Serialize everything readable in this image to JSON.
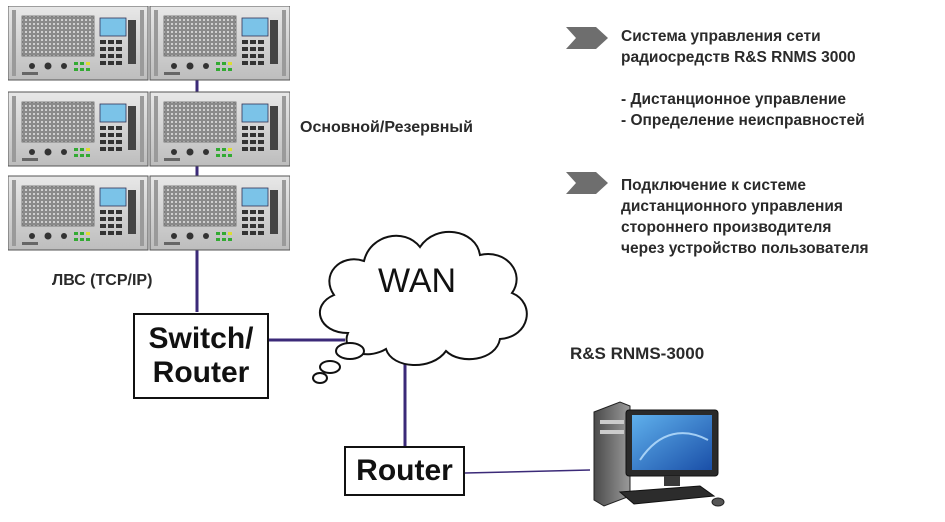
{
  "diagram": {
    "rack_label": "Основной/Резервный",
    "lan_label": "ЛВС (TCP/IP)",
    "cloud_label": "WAN",
    "switch_router_line1": "Switch/",
    "switch_router_line2": "Router",
    "router_label": "Router",
    "pc_label": "R&S RNMS-3000",
    "bullets": [
      {
        "text": "Система управления сети\nрадиосредств R&S RNMS 3000"
      },
      {
        "text": "- Дистанционное управление\n- Определение неисправностей"
      },
      {
        "text": "Подключение к системе\nдистанционного управления\nстороннего производителя\nчерез устройство пользователя"
      }
    ],
    "colors": {
      "link": "#3b2a78",
      "bullet": "#6e6e6e"
    },
    "icons": [
      "rack-unit-icon",
      "cloud-icon",
      "bullet-arrow-icon",
      "desktop-computer-icon"
    ]
  }
}
